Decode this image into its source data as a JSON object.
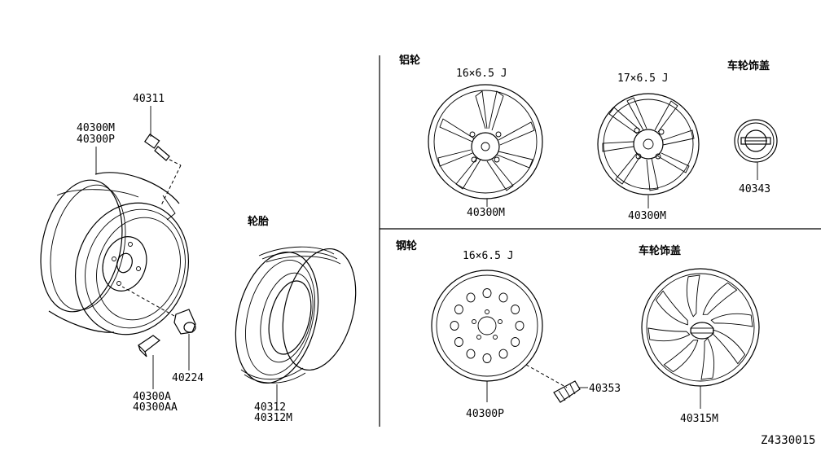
{
  "sections": {
    "tire": "轮胎",
    "aluminum_wheel": "铝轮",
    "steel_wheel": "钢轮",
    "wheel_cap": "车轮饰盖",
    "wheel_cover": "车轮饰盖"
  },
  "sizes": {
    "alu_16": "16×6.5 J",
    "alu_17": "17×6.5 J",
    "steel_16": "16×6.5 J"
  },
  "parts": {
    "valve": "40311",
    "wheel_a": "40300M",
    "wheel_b": "40300P",
    "weight_a": "40300A",
    "weight_b": "40300AA",
    "nut": "40224",
    "tire_a": "40312",
    "tire_b": "40312M",
    "alu16": "40300M",
    "alu17": "40300M",
    "cap": "40343",
    "steel": "40300P",
    "steel_weight": "40353",
    "cover": "40315M"
  },
  "diagram_id": "Z4330015"
}
